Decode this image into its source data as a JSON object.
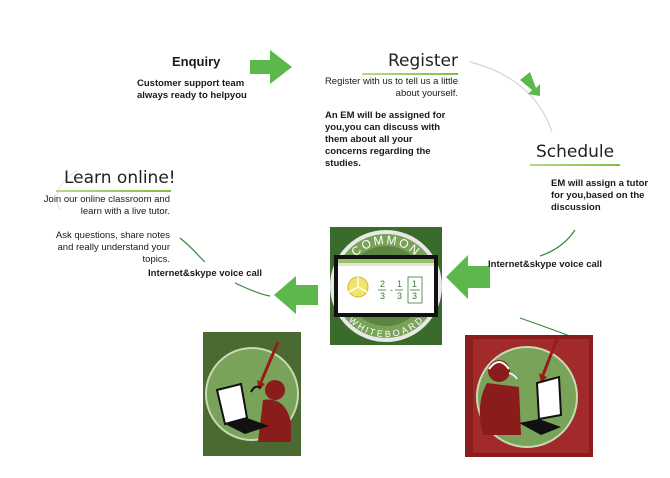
{
  "enquiry": {
    "title": "Enquiry",
    "text": "Customer support team always ready to helpyou"
  },
  "register": {
    "title": "Register",
    "text1": "Register with us to tell us a little about yourself.",
    "text2": "An EM will be assigned for you,you can discuss with them about all your concerns regarding the studies."
  },
  "schedule": {
    "title": "Schedule",
    "text": "EM will assign a tutor for you,based on the discussion"
  },
  "learn": {
    "title": "Learn online!",
    "text1": "Join our online classroom and learn with a live tutor.",
    "text2": "Ask questions, share notes and really understand your topics."
  },
  "call_left": "Internet&skype voice call",
  "call_right": "Internet&skype voice call",
  "whiteboard": {
    "top_label": "COMMON",
    "bottom_label": "WHITEBOARD",
    "fraction1_num": "2",
    "fraction1_den": "3",
    "fraction2_num": "1",
    "fraction2_den": "3",
    "fraction3_num": "1",
    "fraction3_den": "3",
    "minus": "-"
  },
  "colors": {
    "arrow_green": "#5cb84a",
    "badge_green": "#7aa35a",
    "figure_red": "#8a1c1c"
  }
}
